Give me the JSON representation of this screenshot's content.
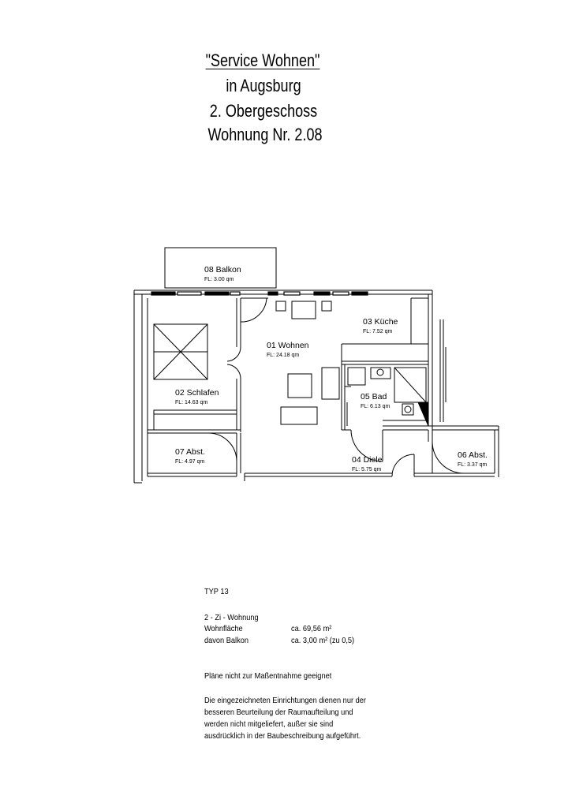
{
  "header": {
    "line1": "\"Service Wohnen\"",
    "line2": "in Augsburg",
    "line3": "2. Obergeschoss",
    "line4": "Wohnung Nr. 2.08"
  },
  "rooms": [
    {
      "name": "08 Balkon",
      "area": "FL: 3.00 qm"
    },
    {
      "name": "01 Wohnen",
      "area": "FL: 24.18 qm"
    },
    {
      "name": "03 Küche",
      "area": "FL: 7.52 qm"
    },
    {
      "name": "02 Schlafen",
      "area": "FL: 14.63 qm"
    },
    {
      "name": "05 Bad",
      "area": "FL: 6.13 qm"
    },
    {
      "name": "07 Abst.",
      "area": "FL: 4.97 qm"
    },
    {
      "name": "04 Diele",
      "area": "FL: 5.75 qm"
    },
    {
      "name": "06 Abst.",
      "area": "FL: 3.37 qm"
    }
  ],
  "info": {
    "typ": "TYP 13",
    "wohnung_typ": "2 - Zi - Wohnung",
    "wohnflaeche_label": "Wohnfläche",
    "wohnflaeche_value": "ca. 69,56 m²",
    "balkon_label": "davon Balkon",
    "balkon_value": "ca.   3,00 m² (zu 0,5)",
    "hinweis1": "Pläne nicht zur Maßentnahme geeignet",
    "hinweis2_lines": [
      "Die eingezeichneten Einrichtungen dienen nur der",
      "besseren Beurteilung der Raumaufteilung und",
      "werden nicht mitgeliefert, außer sie sind",
      "ausdrücklich in der Baubeschreibung aufgeführt."
    ]
  }
}
